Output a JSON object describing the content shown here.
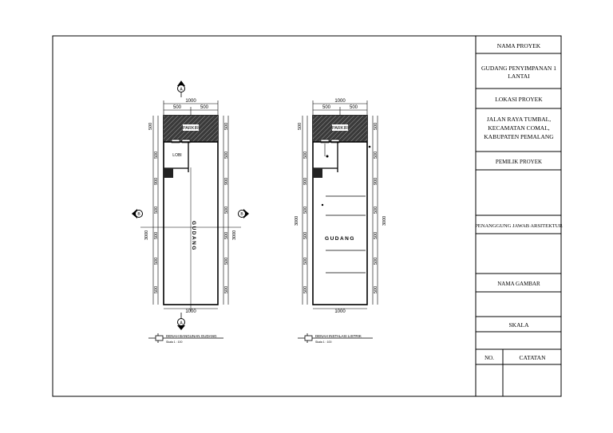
{
  "title_block": {
    "nama_proyek_label": "NAMA PROYEK",
    "nama_proyek_line1": "GUDANG PENYIMPANAN 1",
    "nama_proyek_line2": "LANTAI",
    "lokasi_label": "LOKASI PROYEK",
    "lokasi_line1": "JALAN RAYA TUMBAL,",
    "lokasi_line2": "KECAMATAN COMAL,",
    "lokasi_line3": "KABUPATEN PEMALANG",
    "pemilik_label": "PEMILIK PROYEK",
    "penanggung_label": "PENANGGUNG JAWAB ARSITEKTUR",
    "nama_gambar_label": "NAMA GAMBAR",
    "skala_label": "SKALA",
    "no_label": "NO.",
    "catatan_label": "CATATAN"
  },
  "plan_left": {
    "dim_total": "1000",
    "dim_half_a": "500",
    "dim_half_b": "500",
    "dim_bottom": "1000",
    "side_dims": [
      "500",
      "500",
      "900",
      "500",
      "500",
      "500",
      "500"
    ],
    "total_height": "3000",
    "parkir": "PARKIR",
    "lobi": "LOBI",
    "gudang": "GUDANG",
    "section_mark": "B",
    "caption": "DENAH BANGUNAN GUDANG",
    "scale_note": "Skala 1 : 100"
  },
  "plan_right": {
    "dim_total": "1000",
    "dim_half_a": "500",
    "dim_half_b": "500",
    "dim_bottom": "1000",
    "side_dims": [
      "500",
      "500",
      "900",
      "500",
      "500",
      "500",
      "500"
    ],
    "total_height": "3000",
    "parkir": "PARKIR",
    "gudang": "GUDANG",
    "caption": "DENAH INSTALASI LISTRIK",
    "scale_note": "Skala 1 : 100"
  },
  "section_marker_label": "A"
}
